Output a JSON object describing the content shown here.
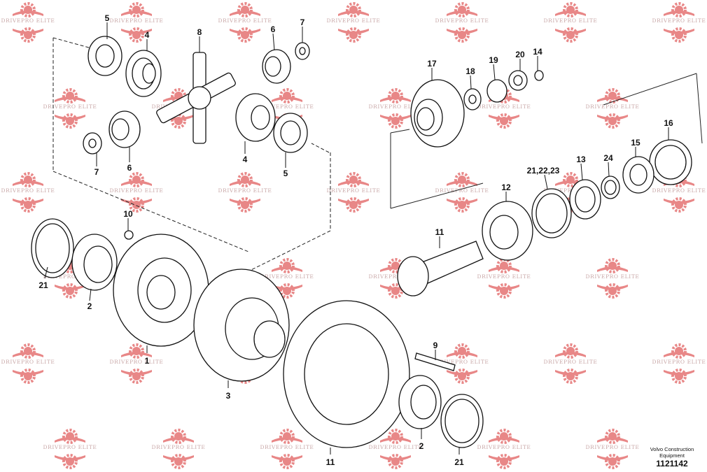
{
  "watermark": {
    "text": "DRIVEPRO ELITE",
    "color": "#e57373"
  },
  "brand": {
    "line1": "Volvo Construction",
    "line2": "Equipment",
    "code": "1121142"
  },
  "callouts": {
    "c5a": "5",
    "c4a": "4",
    "c8": "8",
    "c6a": "6",
    "c7a": "7",
    "c7b": "7",
    "c6b": "6",
    "c4b": "4",
    "c5b": "5",
    "c17": "17",
    "c18": "18",
    "c19": "19",
    "c20": "20",
    "c14": "14",
    "c16": "16",
    "c15": "15",
    "c24": "24",
    "c13": "13",
    "c212223": "21,22,23",
    "c12": "12",
    "c11a": "11",
    "c10": "10",
    "c21a": "21",
    "c2a": "2",
    "c1": "1",
    "c3": "3",
    "c9": "9",
    "c11b": "11",
    "c2b": "2",
    "c21b": "21"
  }
}
